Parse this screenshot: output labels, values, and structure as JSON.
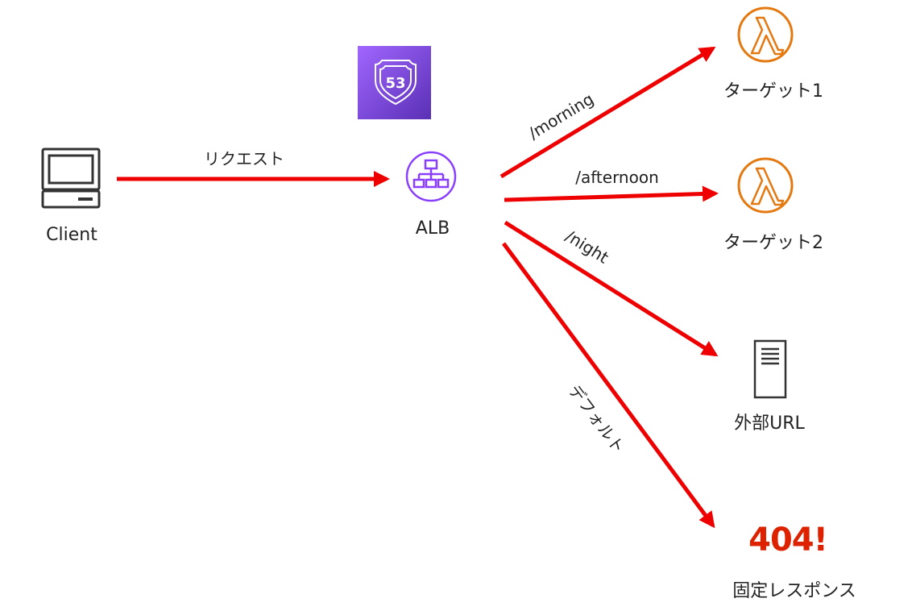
{
  "nodes": {
    "client": {
      "label": "Client",
      "icon": "computer-icon"
    },
    "alb": {
      "label": "ALB",
      "icon": "load-balancer-icon"
    },
    "route53": {
      "label": "53",
      "icon": "route53-shield-icon"
    },
    "target1": {
      "label": "ターゲット1",
      "icon": "lambda-icon"
    },
    "target2": {
      "label": "ターゲット2",
      "icon": "lambda-icon"
    },
    "external": {
      "label": "外部URL",
      "icon": "server-icon"
    },
    "fixed": {
      "label": "固定レスポンス",
      "icon": "error-404-icon",
      "badge": "404!"
    }
  },
  "edges": {
    "request": "リクエスト",
    "morning": "/morning",
    "afternoon": "/afternoon",
    "night": "/night",
    "default": "デフォルト"
  },
  "colors": {
    "line": "#ee0000",
    "lambda": "#e47911",
    "alb": "#8a3ffc",
    "route53_bg_start": "#a166ff",
    "route53_bg_end": "#5a30b5",
    "icon_dark": "#333333"
  }
}
